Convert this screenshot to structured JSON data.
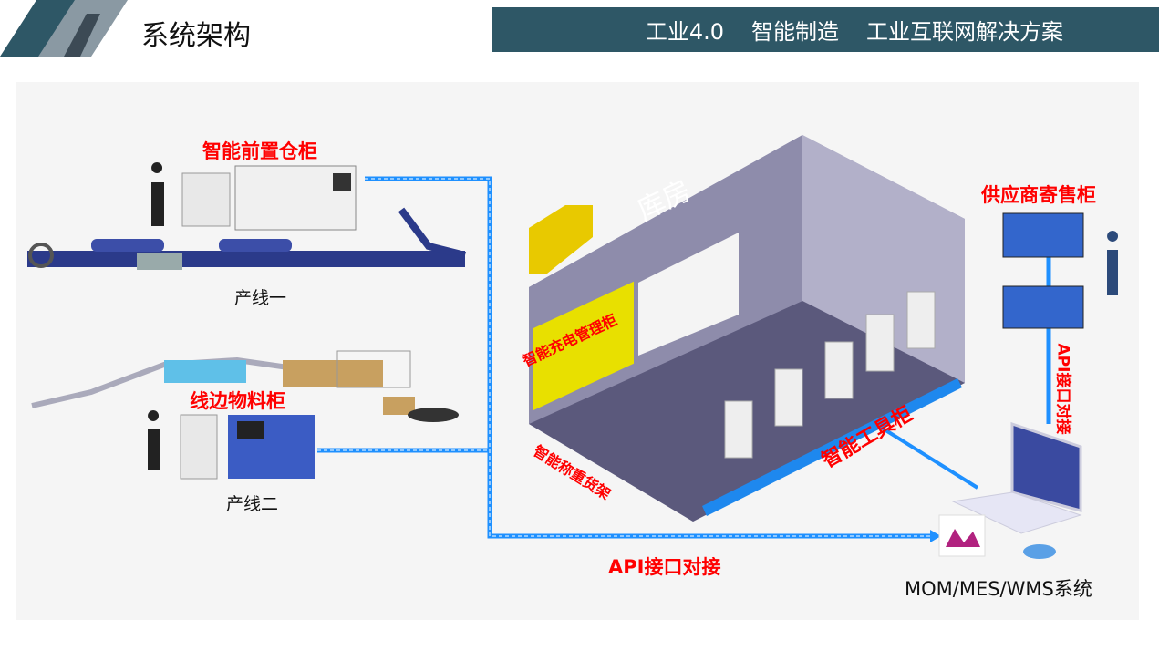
{
  "header": {
    "title": "系统架构",
    "tags": [
      "工业4.0",
      "智能制造",
      "工业互联网解决方案"
    ]
  },
  "diagram": {
    "front_warehouse_label": "智能前置仓柜",
    "line1_label": "产线一",
    "lineside_label": "线边物料柜",
    "line2_label": "产线二",
    "warehouse_label": "库房",
    "charging_label": "智能充电管理柜",
    "weighing_label": "智能称重货架",
    "tool_cabinet_label": "智能工具柜",
    "supplier_label": "供应商寄售柜",
    "api_vertical_label": "API接口对接",
    "api_bottom_label": "API接口对接",
    "system_label": "MOM/MES/WMS系统"
  },
  "colors": {
    "header": "#2e5766",
    "accent_red": "#ff0000",
    "link_blue": "#1e90ff"
  }
}
